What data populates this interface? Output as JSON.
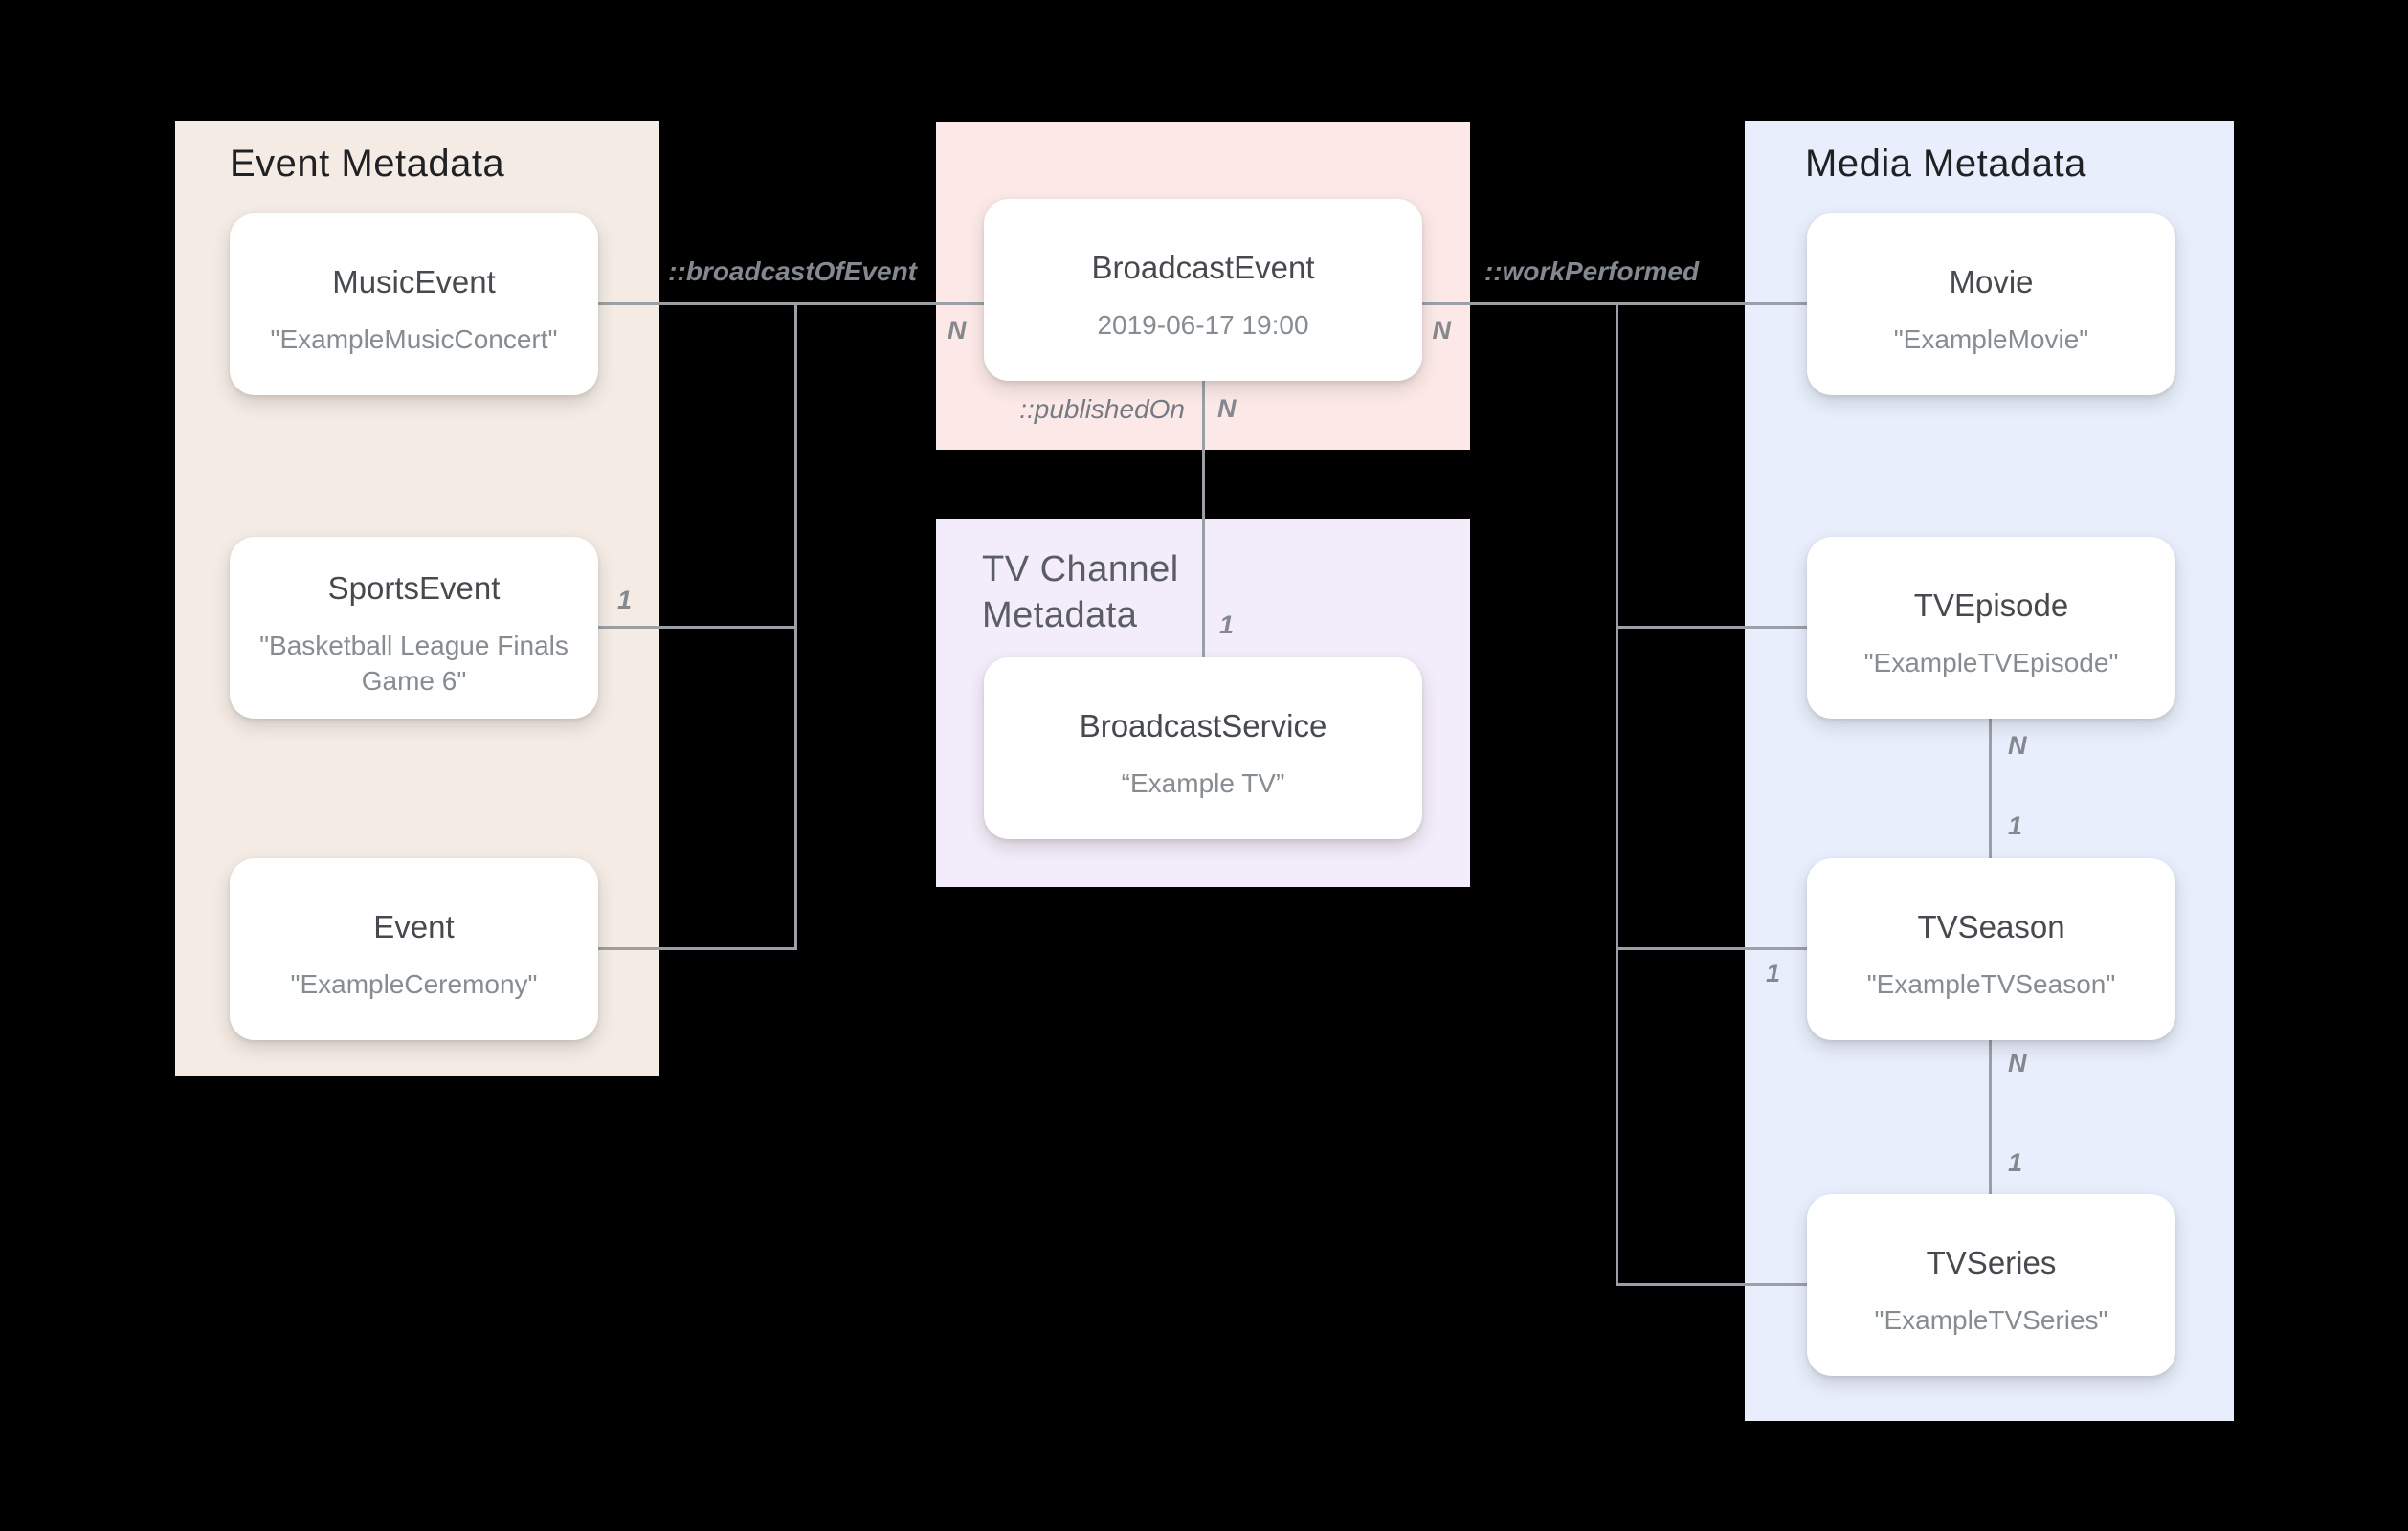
{
  "colors": {
    "background": "#000000",
    "event_panel": "#F4EBE4",
    "broadcast_panel": "#FCE9E7",
    "tv_channel_panel": "#F3ECFA",
    "media_panel": "#E8EEFC",
    "card": "#FFFFFF",
    "line": "#9AA0A6",
    "label": "#84898F",
    "panel_title_dark": "#202124",
    "tv_channel_title": "#5A5E63",
    "card_title": "#46494E",
    "card_subtitle": "#868C92"
  },
  "panels": {
    "event": {
      "title": "Event Metadata"
    },
    "tv_channel": {
      "title": "TV Channel Metadata"
    },
    "media": {
      "title": "Media Metadata"
    }
  },
  "cards": {
    "music_event": {
      "title": "MusicEvent",
      "subtitle": "\"ExampleMusicConcert\""
    },
    "sports_event": {
      "title": "SportsEvent",
      "subtitle": "\"Basketball League Finals Game 6\""
    },
    "event": {
      "title": "Event",
      "subtitle": "\"ExampleCeremony\""
    },
    "broadcast_event": {
      "title": "BroadcastEvent",
      "subtitle": "2019-06-17 19:00"
    },
    "broadcast_service": {
      "title": "BroadcastService",
      "subtitle": "“Example TV”"
    },
    "movie": {
      "title": "Movie",
      "subtitle": "\"ExampleMovie\""
    },
    "tv_episode": {
      "title": "TVEpisode",
      "subtitle": "\"ExampleTVEpisode\""
    },
    "tv_season": {
      "title": "TVSeason",
      "subtitle": "\"ExampleTVSeason\""
    },
    "tv_series": {
      "title": "TVSeries",
      "subtitle": "\"ExampleTVSeries\""
    }
  },
  "relationships": {
    "broadcast_of_event": {
      "label": "::broadcastOfEvent",
      "from_cardinality": "N"
    },
    "work_performed": {
      "label": "::workPerformed",
      "from_cardinality": "N"
    },
    "published_on": {
      "label": "::publishedOn",
      "cardinality_n": "N",
      "cardinality_1": "1"
    },
    "sports_event_link": {
      "cardinality": "1"
    },
    "tv_season_link": {
      "cardinality": "1"
    },
    "episode_to_season": {
      "n": "N",
      "one": "1"
    },
    "season_to_series": {
      "n": "N",
      "one": "1"
    }
  }
}
